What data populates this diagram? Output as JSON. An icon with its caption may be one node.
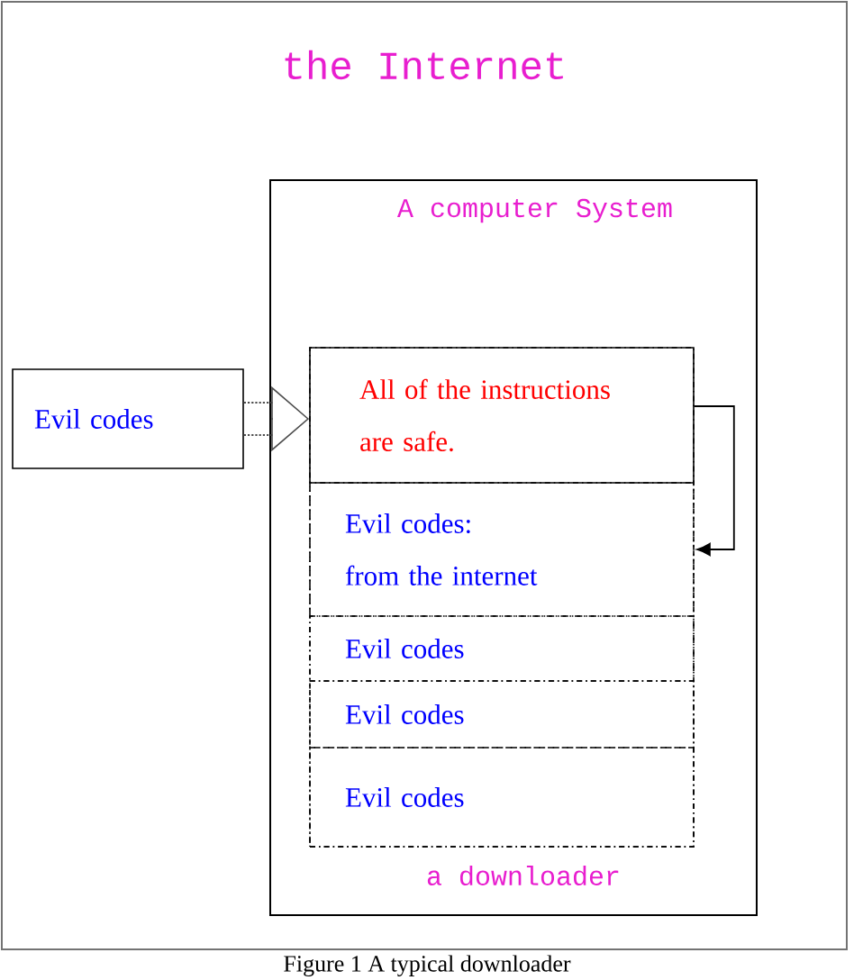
{
  "diagram": {
    "caption": "Figure 1   A typical downloader",
    "nodes": [
      {
        "text": [
          "the Internet"
        ]
      },
      {
        "text": [
          "A computer System"
        ],
        "in": 0
      },
      {
        "text": [
          "Evil codes"
        ],
        "in": 0
      },
      {
        "text": [
          "a downloader"
        ],
        "in": 1
      },
      {
        "text": [
          "All of the instructions are safe."
        ],
        "in": 3
      },
      {
        "text": [
          "Evil codes:",
          "from the internet"
        ],
        "in": 3
      },
      {
        "text": [
          "Evil codes"
        ],
        "in": 3
      },
      {
        "text": [
          "Evil codes"
        ],
        "in": 3
      },
      {
        "text": [
          "Evil codes"
        ],
        "in": 3
      }
    ],
    "edges": [
      {
        "from": 2,
        "to": 4,
        "arrow": "to",
        "style": "dashed"
      },
      {
        "from": 4,
        "to": 5,
        "arrow": "to"
      }
    ]
  }
}
